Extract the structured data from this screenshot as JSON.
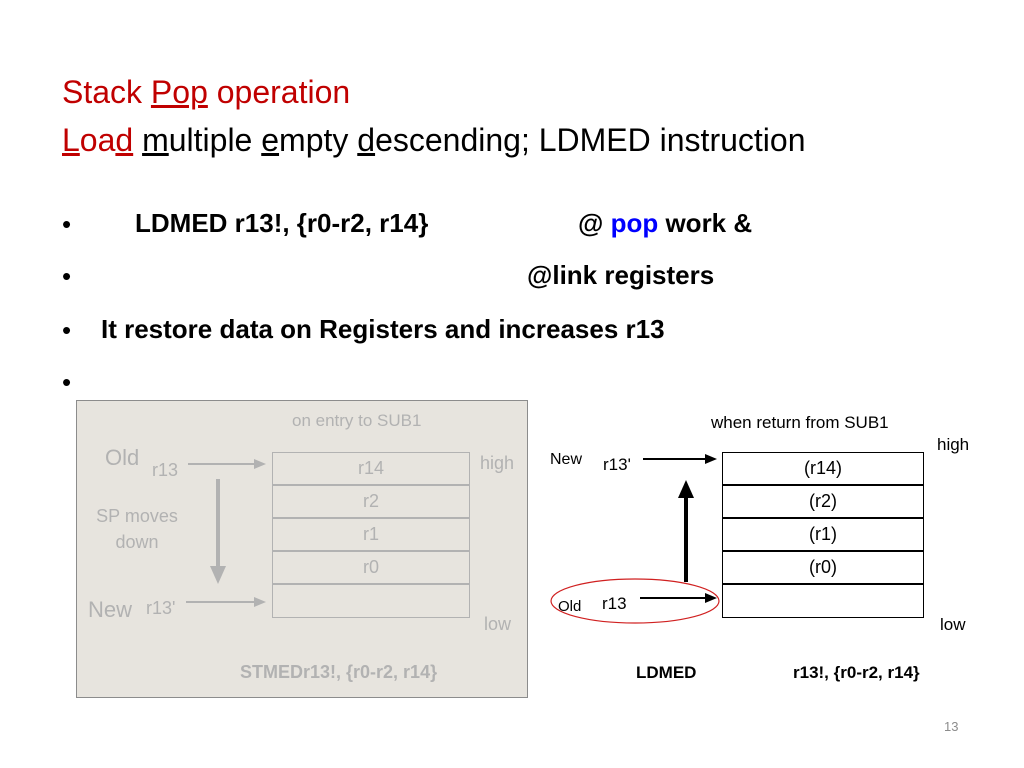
{
  "title": {
    "line1": {
      "w1": "Stack ",
      "w2": "Pop",
      "w3": " operation"
    },
    "line2": {
      "l": "L",
      "oa": "oa",
      "d1": "d",
      "sp1": " ",
      "m": "m",
      "ultiple": "ultiple ",
      "e": "e",
      "mpty": "mpty ",
      "d2": "d",
      "escending": "escending;  LDMED instruction"
    }
  },
  "bullets": {
    "b1_instr": "LDMED  r13!, {r0-r2, r14}",
    "b1_at": "@ ",
    "b1_pop": "pop",
    "b1_work": " work &",
    "b2_text": "@link registers",
    "b3_text": "It restore data on Registers and increases r13",
    "dot": "•"
  },
  "left_diagram": {
    "heading": "on entry to SUB1",
    "old": "Old",
    "r13": "r13",
    "sp_moves_line1": "SP moves",
    "sp_moves_line2": "down",
    "new": "New",
    "r13_prime": "r13'",
    "high": "high",
    "low": "low",
    "cells": [
      "r14",
      "r2",
      "r1",
      "r0",
      ""
    ],
    "caption": "STMEDr13!, {r0-r2, r14}"
  },
  "right_diagram": {
    "heading": "when return from SUB1",
    "high": "high",
    "low": "low",
    "new": "New",
    "r13_prime": "r13'",
    "old": "Old",
    "r13": "r13",
    "cells": [
      "(r14)",
      "(r2)",
      "(r1)",
      "(r0)",
      ""
    ],
    "caption_left": "LDMED",
    "caption_right": "r13!, {r0-r2, r14}"
  },
  "page_number": "13",
  "colors": {
    "title_red": "#c00000",
    "pop_blue": "#0000ff",
    "panel_bg": "#e7e4de",
    "panel_text": "#b2b2b2",
    "highlight_ellipse": "#d02020"
  }
}
